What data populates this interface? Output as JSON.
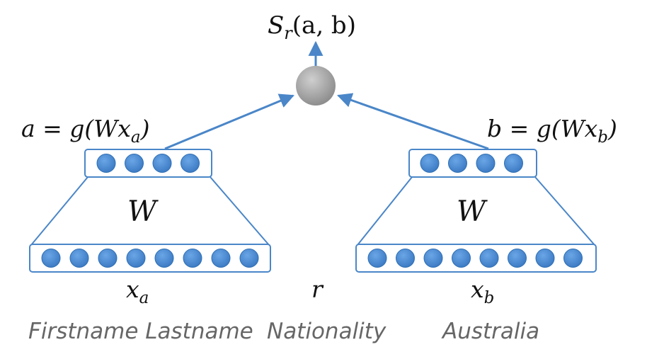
{
  "output": {
    "symbol": "S",
    "subscript": "r",
    "args": "(a, b)"
  },
  "left": {
    "equation": {
      "lhs": "a = g(Wx",
      "subscript": "a",
      "rhs": ")"
    },
    "weight_label": "W",
    "input": {
      "symbol": "x",
      "subscript": "a"
    },
    "hidden_units": 4,
    "input_units": 8,
    "caption": "Firstname Lastname"
  },
  "right": {
    "equation": {
      "lhs": "b = g(Wx",
      "subscript": "b",
      "rhs": ")"
    },
    "weight_label": "W",
    "input": {
      "symbol": "x",
      "subscript": "b"
    },
    "hidden_units": 4,
    "input_units": 8,
    "caption": "Australia"
  },
  "relation": {
    "symbol": "r",
    "caption": "Nationality"
  },
  "colors": {
    "line": "#4a86c8",
    "unit_fill": "#4a8bd0",
    "unit_stroke": "#2f6fb3",
    "score_node": "#a0a0a0",
    "caption_text": "#666666"
  }
}
